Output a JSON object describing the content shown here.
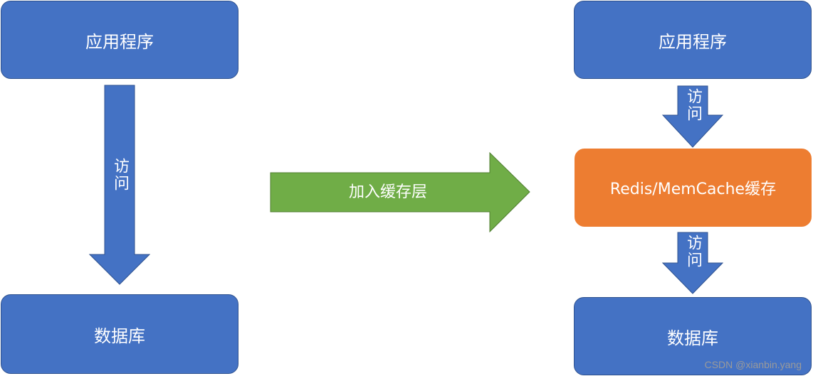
{
  "left": {
    "app_label": "应用程序",
    "db_label": "数据库",
    "access_label": "访问"
  },
  "middle": {
    "transition_label": "加入缓存层"
  },
  "right": {
    "app_label": "应用程序",
    "cache_label": "Redis/MemCache缓存",
    "db_label": "数据库",
    "access_top_label": "访问",
    "access_bottom_label": "访问"
  },
  "watermark": "CSDN @xianbin.yang",
  "colors": {
    "box_blue": "#4472c4",
    "box_blue_border": "#2f528f",
    "cache_orange": "#ed7d31",
    "arrow_green": "#70ad47",
    "arrow_green_border": "#507e32"
  }
}
